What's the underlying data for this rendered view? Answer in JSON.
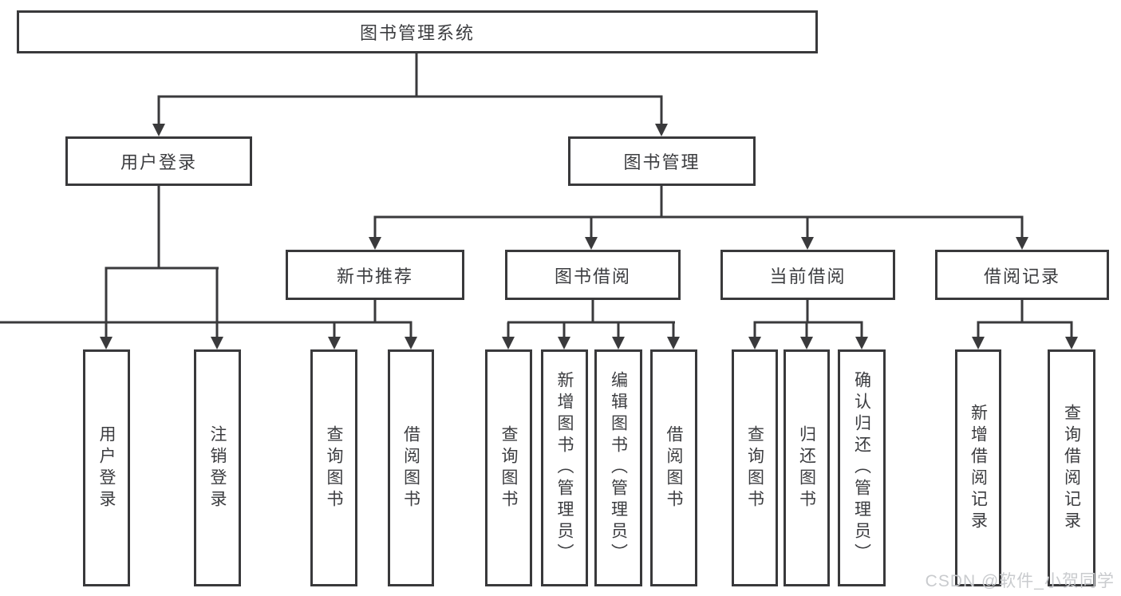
{
  "diagram": {
    "root": {
      "label": "图书管理系统"
    },
    "branches": [
      {
        "label": "用户登录",
        "children": [
          {
            "label": "用户登录"
          },
          {
            "label": "注销登录"
          }
        ]
      },
      {
        "label": "图书管理",
        "children": [
          {
            "label": "新书推荐",
            "children": [
              {
                "label": "查询图书"
              },
              {
                "label": "借阅图书"
              }
            ]
          },
          {
            "label": "图书借阅",
            "children": [
              {
                "label": "查询图书"
              },
              {
                "label": "新增图书（管理员）"
              },
              {
                "label": "编辑图书（管理员）"
              },
              {
                "label": "借阅图书"
              }
            ]
          },
          {
            "label": "当前借阅",
            "children": [
              {
                "label": "查询图书"
              },
              {
                "label": "归还图书"
              },
              {
                "label": "确认归还（管理员）"
              }
            ]
          },
          {
            "label": "借阅记录",
            "children": [
              {
                "label": "新增借阅记录"
              },
              {
                "label": "查询借阅记录"
              }
            ]
          }
        ]
      }
    ]
  },
  "watermark": {
    "text": "CSDN @软件_小贺同学"
  },
  "colors": {
    "line": "#3a3a3c",
    "text": "#3c3d40",
    "watermark": "#c9cbce",
    "background": "#ffffff"
  }
}
